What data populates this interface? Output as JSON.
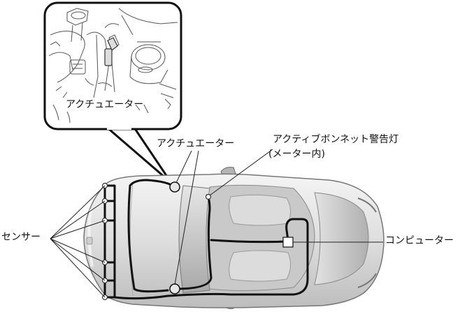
{
  "labels": {
    "inset_actuator": "アクチュエーター",
    "actuator": "アクチュエーター",
    "warning_lamp_line1": "アクティブボンネット警告灯",
    "warning_lamp_line2": "(メーター内)",
    "sensor": "センサー",
    "computer": "コンピューター"
  },
  "colors": {
    "wire": "#111111",
    "body_light": "#f2f2f2",
    "body_mid": "#d4d4d4",
    "body_dark": "#9c9c9c",
    "outline": "#333333"
  }
}
